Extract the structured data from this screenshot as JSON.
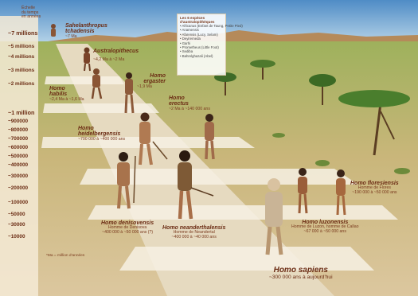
{
  "scale": {
    "title_lines": [
      "Échelle",
      "du temps",
      "en années"
    ],
    "ticks": [
      "~7 millions",
      "~5 millions",
      "~4 millions",
      "~3 millions",
      "~2 millions",
      "~1 million",
      "~900000",
      "~800000",
      "~700000",
      "~600000",
      "~500000",
      "~400000",
      "~300000",
      "~200000",
      "~100000",
      "~50000",
      "~30000",
      "~10000"
    ],
    "footnote": "*Ma = million d'années"
  },
  "species": [
    {
      "name": "Sahelanthropus tchadensis",
      "line1": "~7 Ma",
      "line2": ""
    },
    {
      "name": "Australopithecus",
      "line1": "~4,2 Ma à ~2 Ma",
      "line2": ""
    },
    {
      "name": "Homo habilis",
      "line1": "~2,4 Ma à ~1,6 Ma",
      "line2": ""
    },
    {
      "name": "Homo ergaster",
      "line1": "~1,9 Ma",
      "line2": ""
    },
    {
      "name": "Homo erectus",
      "line1": "~2 Ma à ~140 000 ans",
      "line2": ""
    },
    {
      "name": "Homo heidelbergensis",
      "line1": "~700 000 à ~400 000 ans",
      "line2": ""
    },
    {
      "name": "Homo denisovensis",
      "line1": "Homme de Denisova",
      "line2": "~400 000 à ~50 000 ans (?)"
    },
    {
      "name": "Homo neanderthalensis",
      "line1": "Homme de Neandertal",
      "line2": "~400 000 à ~40 000 ans"
    },
    {
      "name": "Homo luzonensis",
      "line1": "Homme de Luzon, homme de Callao",
      "line2": "~67 000 à ~50 000 ans"
    },
    {
      "name": "Homo floresiensis",
      "line1": "Homme de Flores",
      "line2": "~190 000 à ~50 000 ans"
    }
  ],
  "sapiens": {
    "name": "Homo sapiens",
    "dates": "~300 000 ans à aujourd'hui"
  },
  "legend": {
    "title_lines": [
      "Les 6 espèces",
      "d'australopithèques"
    ],
    "items": [
      "• Africanus (Enfant de Taung, Petite Pied)",
      "• Anamensis",
      "• Afarensis (Lucy, Selam)",
      "• Deyiremeda",
      "• Garhi",
      "• Prometheus (Little Foot)",
      "• Sediba",
      "• Bahrelghazali (Abel)"
    ]
  },
  "colors": {
    "label": "#6b2c14",
    "sky": "#4f8cc6",
    "savanna": "#9eb15c",
    "path": "#e6dac0"
  }
}
